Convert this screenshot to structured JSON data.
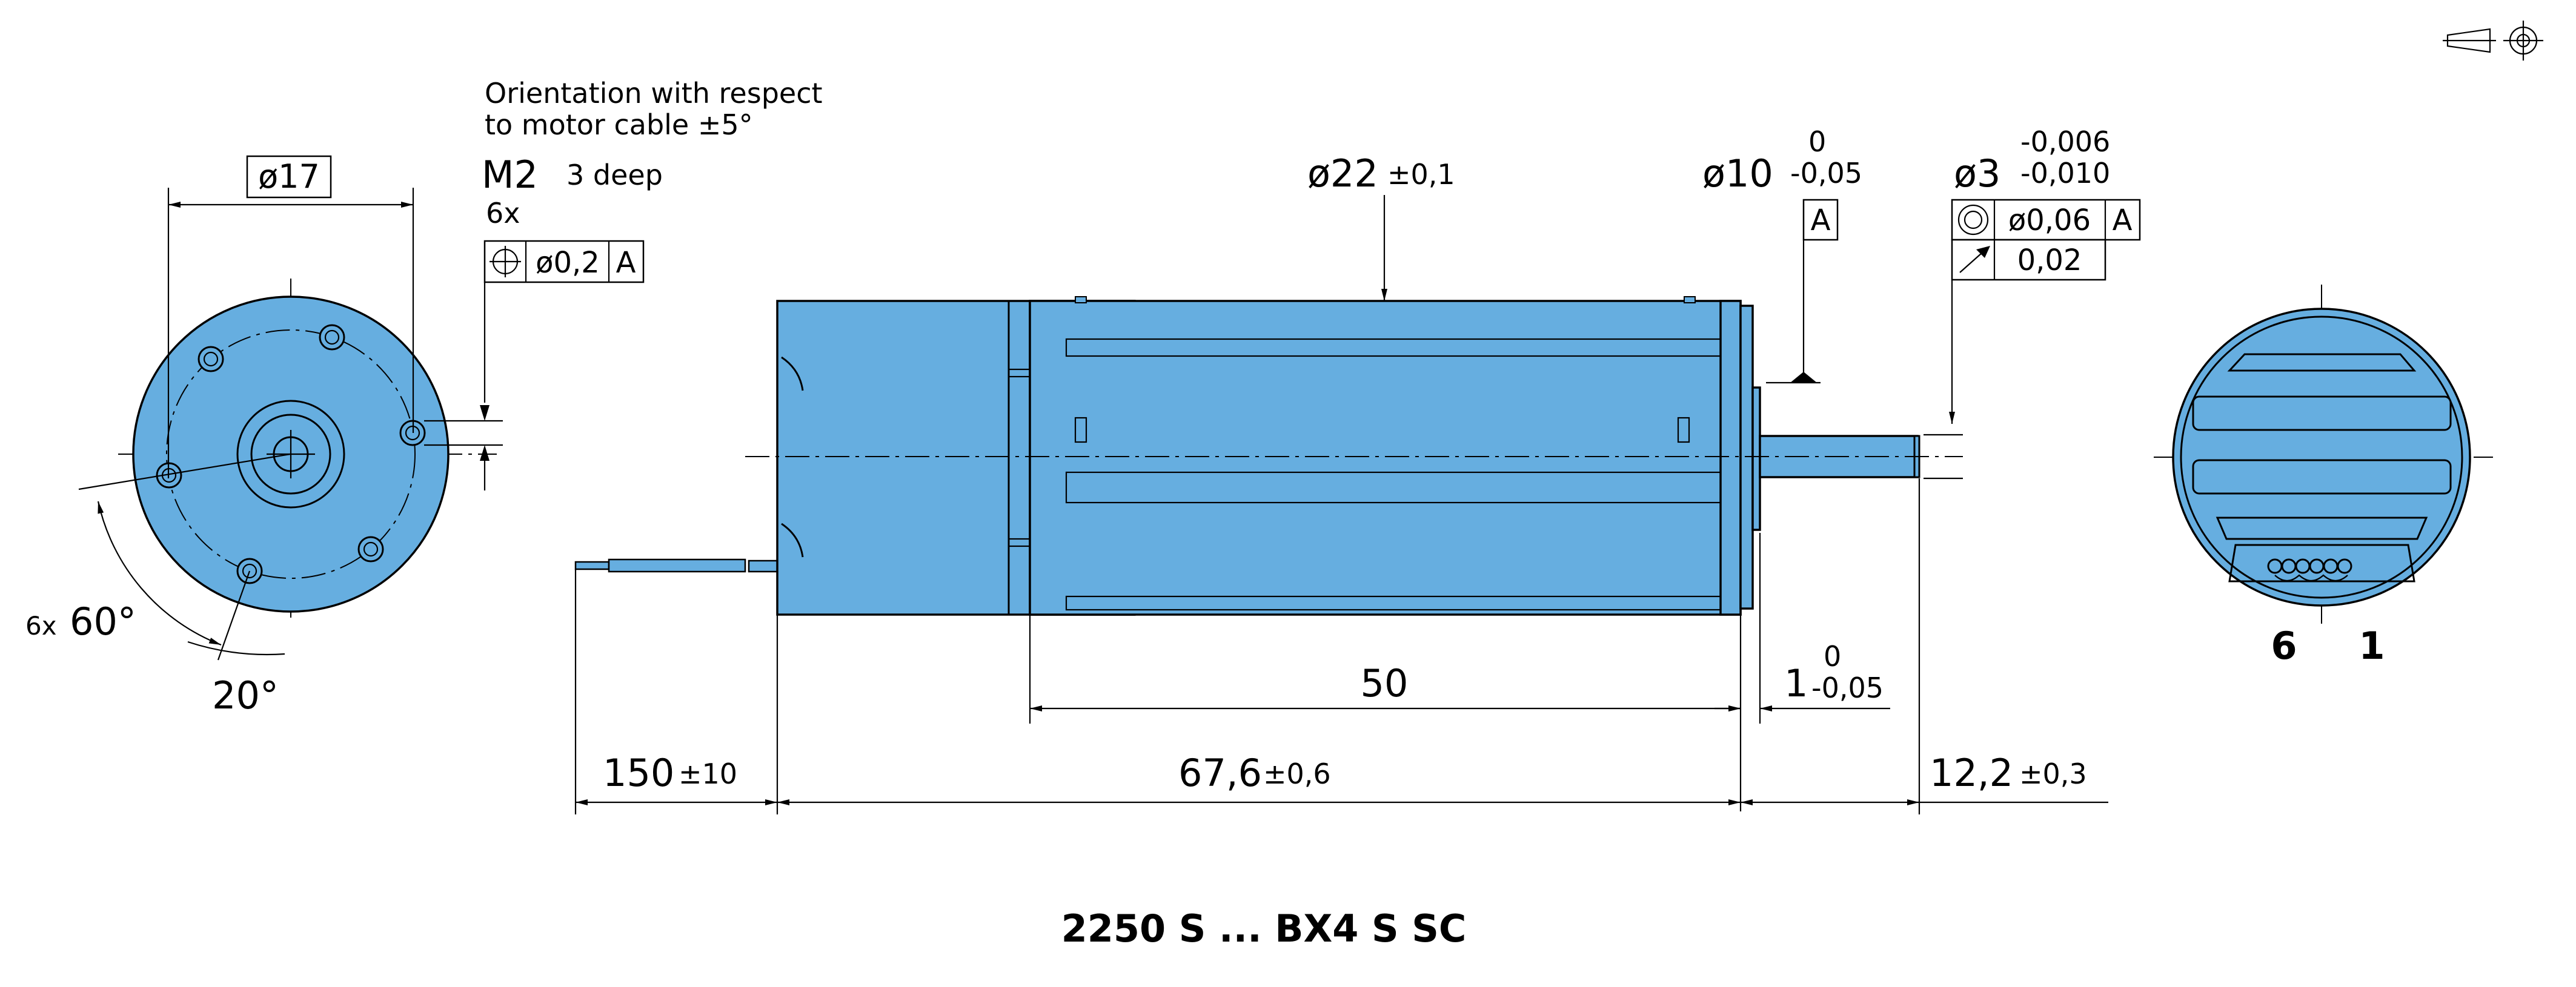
{
  "title": "2250 S ... BX4 S SC",
  "front_view": {
    "diameter": "ø17",
    "note_line1": "Orientation with respect",
    "note_line2": "to motor cable ±5°",
    "thread": "M2",
    "thread_depth": "3 deep",
    "count": "6x",
    "position_tolerance": "ø0,2",
    "datum": "A",
    "angle_prefix": "6x",
    "angle": "60°",
    "offset_angle": "20°"
  },
  "side_view": {
    "body_diameter": "ø22",
    "body_diameter_tol": "±0,1",
    "pilot_diameter": "ø10",
    "pilot_tol_upper": "0",
    "pilot_tol_lower": "-0,05",
    "pilot_datum": "A",
    "shaft_diameter": "ø3",
    "shaft_tol_upper": "-0,006",
    "shaft_tol_lower": "-0,010",
    "concentricity_value": "ø0,06",
    "concentricity_datum": "A",
    "runout_value": "0,02",
    "dim_body_partial": "50",
    "dim_flange": "1",
    "dim_flange_tol_upper": "0",
    "dim_flange_tol_lower": "-0,05",
    "dim_cable": "150",
    "dim_cable_tol": "±10",
    "dim_body": "67,6",
    "dim_body_tol": "±0,6",
    "dim_shaft": "12,2",
    "dim_shaft_tol": "±0,3"
  },
  "rear_view": {
    "pin_left": "6",
    "pin_right": "1"
  },
  "colors": {
    "body": "#66AEE0",
    "line": "#000000"
  },
  "icons": [
    "projection-symbol-icon"
  ]
}
